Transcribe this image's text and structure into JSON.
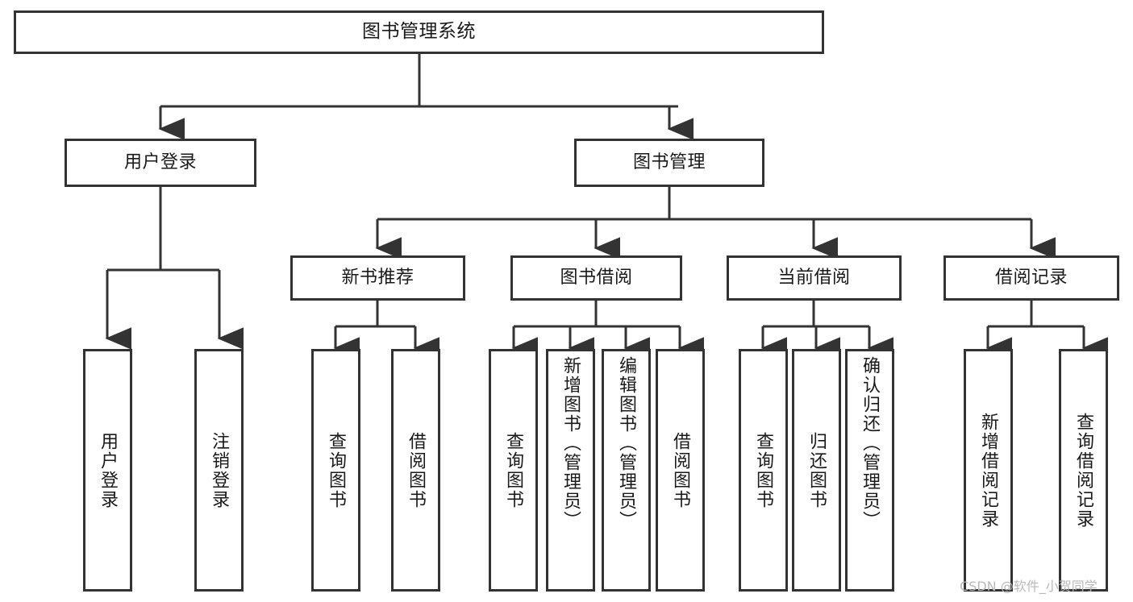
{
  "diagram": {
    "type": "tree-hierarchy",
    "title": "图书管理系统",
    "orientation": "top-down",
    "colors": {
      "box_border": "#333333",
      "box_fill": "#ffffff",
      "connector": "#333333",
      "text": "#1a1a1a",
      "watermark": "#b9b9b9",
      "background": "#ffffff"
    },
    "levels": 4
  },
  "root": {
    "label": "图书管理系统"
  },
  "level2": [
    {
      "label": "用户登录"
    },
    {
      "label": "图书管理"
    }
  ],
  "level3": [
    {
      "label": "新书推荐"
    },
    {
      "label": "图书借阅"
    },
    {
      "label": "当前借阅"
    },
    {
      "label": "借阅记录"
    }
  ],
  "leaves": {
    "user_login": [
      {
        "label": "用户登录"
      },
      {
        "label": "注销登录"
      }
    ],
    "new_book_recommend": [
      {
        "label": "查询图书"
      },
      {
        "label": "借阅图书"
      }
    ],
    "book_borrow": [
      {
        "label": "查询图书"
      },
      {
        "label": "新增图书（管理员）"
      },
      {
        "label": "编辑图书（管理员）"
      },
      {
        "label": "借阅图书"
      }
    ],
    "current_borrow": [
      {
        "label": "查询图书"
      },
      {
        "label": "归还图书"
      },
      {
        "label": "确认归还（管理员）"
      }
    ],
    "borrow_record": [
      {
        "label": "新增借阅记录"
      },
      {
        "label": "查询借阅记录"
      }
    ]
  },
  "watermark": {
    "text": "CSDN @软件_小贺同学"
  }
}
